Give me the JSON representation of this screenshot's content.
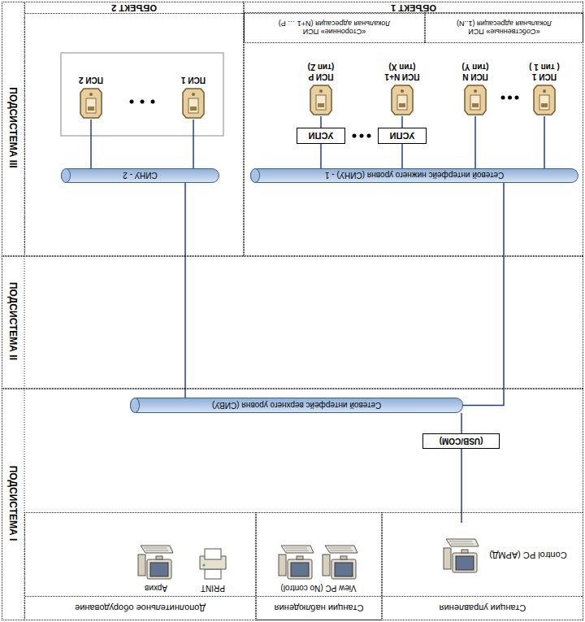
{
  "diagram": {
    "nodes": [
      {
        "text": [
          "ПОДСИСТЕМА I"
        ]
      },
      {
        "text": [
          "Станции управления"
        ],
        "in": 0
      },
      {
        "text": [
          "Станции наблюдения"
        ],
        "in": 0
      },
      {
        "text": [
          "Дополнительное оборудование"
        ],
        "in": 0
      },
      {
        "text": [
          "Control PC (АРМД)"
        ],
        "in": 1
      },
      {
        "text": [
          "View PC (No control)"
        ],
        "in": 2
      },
      {
        "text": [
          "PRINT"
        ],
        "in": 3
      },
      {
        "text": [
          "Архив"
        ],
        "in": 3
      },
      {
        "text": [
          "(USB/COM)"
        ],
        "in": 0
      },
      {
        "text": [
          "Сетевой интерфейс верхнего уровня (СИВУ)"
        ],
        "in": 0
      },
      {
        "text": [
          "ПОДСИСТЕМА II"
        ]
      },
      {
        "text": [
          "ПОДСИСТЕМА III"
        ]
      },
      {
        "text": [
          "ОБЪЕКТ 1"
        ],
        "in": 11
      },
      {
        "text": [
          "Сетевой интерфейс нижнего уровня (СИНУ) - 1"
        ],
        "in": 12
      },
      {
        "text": [
          "УСПИ"
        ],
        "in": 12
      },
      {
        "text": [
          "УСПИ"
        ],
        "in": 12
      },
      {
        "text": [
          "ПСИ 1",
          "( тип 1 )"
        ],
        "in": 12
      },
      {
        "text": [
          "ПСИ N",
          "(тип Y)"
        ],
        "in": 12
      },
      {
        "text": [
          "ПСИ N+1",
          "(тип X)"
        ],
        "in": 12
      },
      {
        "text": [
          "ПСИ P",
          "(тип Z)"
        ],
        "in": 12
      },
      {
        "text": [
          "«Собственные» ПСИ",
          "Локальная адресация (1..N)"
        ],
        "in": 12
      },
      {
        "text": [
          "«Сторонние» ПСИ",
          "Локальная адресация (N+1 … P)"
        ],
        "in": 12
      },
      {
        "text": [
          "ОБЪЕКТ 2"
        ],
        "in": 11
      },
      {
        "text": [
          "СИНУ - 2"
        ],
        "in": 22
      },
      {
        "text": [
          "ПСИ 1"
        ],
        "in": 22
      },
      {
        "text": [
          "ПСИ 2"
        ],
        "in": 22
      }
    ],
    "edges": [
      {
        "from": 4,
        "to": 8,
        "arrow": "none"
      },
      {
        "from": 8,
        "to": 9,
        "arrow": "none"
      },
      {
        "from": 13,
        "to": 9,
        "arrow": "none"
      },
      {
        "from": 23,
        "to": 9,
        "arrow": "none"
      },
      {
        "from": 16,
        "to": 13,
        "arrow": "none"
      },
      {
        "from": 17,
        "to": 13,
        "arrow": "none"
      },
      {
        "from": 18,
        "to": 14,
        "arrow": "none"
      },
      {
        "from": 14,
        "to": 13,
        "arrow": "none"
      },
      {
        "from": 19,
        "to": 15,
        "arrow": "none"
      },
      {
        "from": 15,
        "to": 13,
        "arrow": "none"
      },
      {
        "from": 24,
        "to": 23,
        "arrow": "none"
      },
      {
        "from": 25,
        "to": 23,
        "arrow": "none"
      }
    ]
  }
}
